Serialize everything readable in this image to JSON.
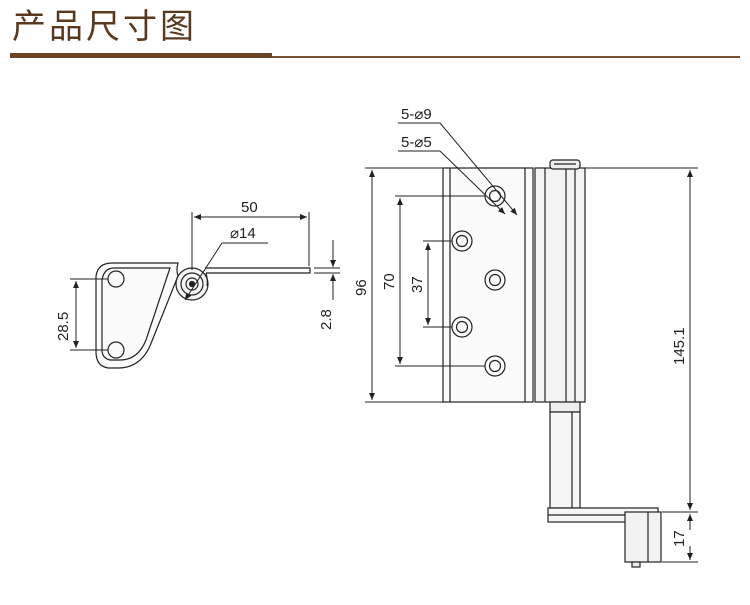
{
  "header": {
    "title": "产品尺寸图"
  },
  "dimensions": {
    "width_50": "50",
    "dia_14": "⌀14",
    "height_28_5": "28.5",
    "thick_2_8": "2.8",
    "holes_a": "5-⌀9",
    "holes_b": "5-⌀5",
    "h96": "96",
    "h70": "70",
    "h37": "37",
    "h145_1": "145.1",
    "h17": "17"
  }
}
